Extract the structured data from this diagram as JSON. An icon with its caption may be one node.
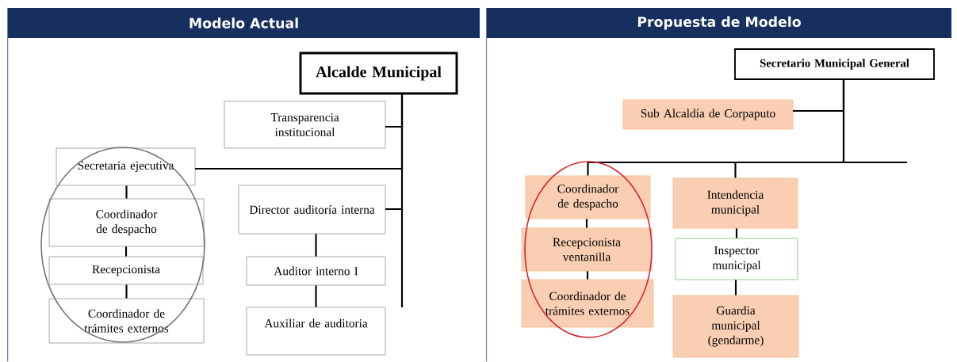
{
  "diagram": {
    "nodes": [
      {
        "text": [
          "Modelo Actual"
        ]
      },
      {
        "text": [
          "Alcalde Municipal"
        ],
        "in": 0
      },
      {
        "text": [
          "Transparencia institucional"
        ],
        "in": 0
      },
      {
        "text": [
          "Secretaria ejecutiva"
        ],
        "in": 0
      },
      {
        "text": [
          "Coordinador de despacho"
        ],
        "in": 0
      },
      {
        "text": [
          "Recepcionista"
        ],
        "in": 0
      },
      {
        "text": [
          "Coordinador de trámites externos"
        ],
        "in": 0
      },
      {
        "text": [
          "Director auditoría interna"
        ],
        "in": 0
      },
      {
        "text": [
          "Auditor interno I"
        ],
        "in": 0
      },
      {
        "text": [
          "Auxiliar de auditoria"
        ],
        "in": 0
      },
      {
        "text": [
          "Propuesta de Modelo"
        ]
      },
      {
        "text": [
          "Secretario Municipal General"
        ],
        "in": 10
      },
      {
        "text": [
          "Sub Alcaldía de Corpaputo"
        ],
        "in": 10
      },
      {
        "text": [
          "Coordinador de despacho"
        ],
        "in": 10
      },
      {
        "text": [
          "Recepcionista ventanilla"
        ],
        "in": 10
      },
      {
        "text": [
          "Coordinador de trámites externos"
        ],
        "in": 10
      },
      {
        "text": [
          "Intendencia municipal"
        ],
        "in": 10
      },
      {
        "text": [
          "Inspector municipal"
        ],
        "in": 10
      },
      {
        "text": [
          "Guardia municipal (gendarme)"
        ],
        "in": 10
      }
    ],
    "edges": [
      {
        "from": 1,
        "to": 2,
        "arrow": "none"
      },
      {
        "from": 1,
        "to": 3,
        "arrow": "none"
      },
      {
        "from": 1,
        "to": 7,
        "arrow": "none"
      },
      {
        "from": 3,
        "to": 4,
        "arrow": "none"
      },
      {
        "from": 4,
        "to": 5,
        "arrow": "none"
      },
      {
        "from": 5,
        "to": 6,
        "arrow": "none"
      },
      {
        "from": 7,
        "to": 8,
        "arrow": "none"
      },
      {
        "from": 8,
        "to": 9,
        "arrow": "none"
      },
      {
        "from": 11,
        "to": 12,
        "arrow": "none"
      },
      {
        "from": 11,
        "to": 13,
        "arrow": "none"
      },
      {
        "from": 11,
        "to": 16,
        "arrow": "none"
      },
      {
        "from": 13,
        "to": 14,
        "arrow": "none"
      },
      {
        "from": 14,
        "to": 15,
        "arrow": "none"
      },
      {
        "from": 16,
        "to": 17,
        "arrow": "none"
      },
      {
        "from": 17,
        "to": 18,
        "arrow": "none"
      }
    ]
  }
}
